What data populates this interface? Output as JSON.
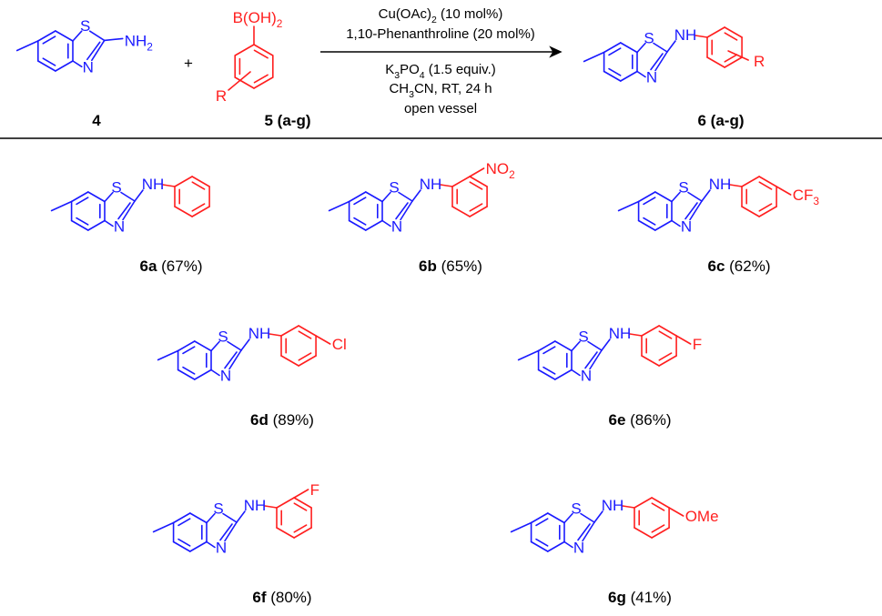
{
  "colors": {
    "scaffold": "#1a1aff",
    "aryl": "#ff1f1f",
    "text": "#000000",
    "line": "#000000"
  },
  "reaction": {
    "reactant1_label": "4",
    "reactant2_label": "5 (a-g)",
    "product_label": "6 (a-g)",
    "plus": "+",
    "conditions": [
      "Cu(OAc)2 (10 mol%)",
      "1,10-Phenanthroline (20 mol%)",
      "K3PO4 (1.5 equiv.)",
      "CH3CN, RT, 24 h",
      "open vessel"
    ],
    "boronic": "B(OH)2",
    "amine": "NH2",
    "r_group": "R"
  },
  "atoms": {
    "S": "S",
    "N": "N",
    "NH": "NH"
  },
  "compounds": [
    {
      "id": "6a",
      "yield": "(67%)",
      "sub": ""
    },
    {
      "id": "6b",
      "yield": "(65%)",
      "sub": "NO2"
    },
    {
      "id": "6c",
      "yield": "(62%)",
      "sub": "CF3"
    },
    {
      "id": "6d",
      "yield": "(89%)",
      "sub": "Cl"
    },
    {
      "id": "6e",
      "yield": "(86%)",
      "sub": "F"
    },
    {
      "id": "6f",
      "yield": "(80%)",
      "sub": "F"
    },
    {
      "id": "6g",
      "yield": "(41%)",
      "sub": "OMe"
    }
  ]
}
